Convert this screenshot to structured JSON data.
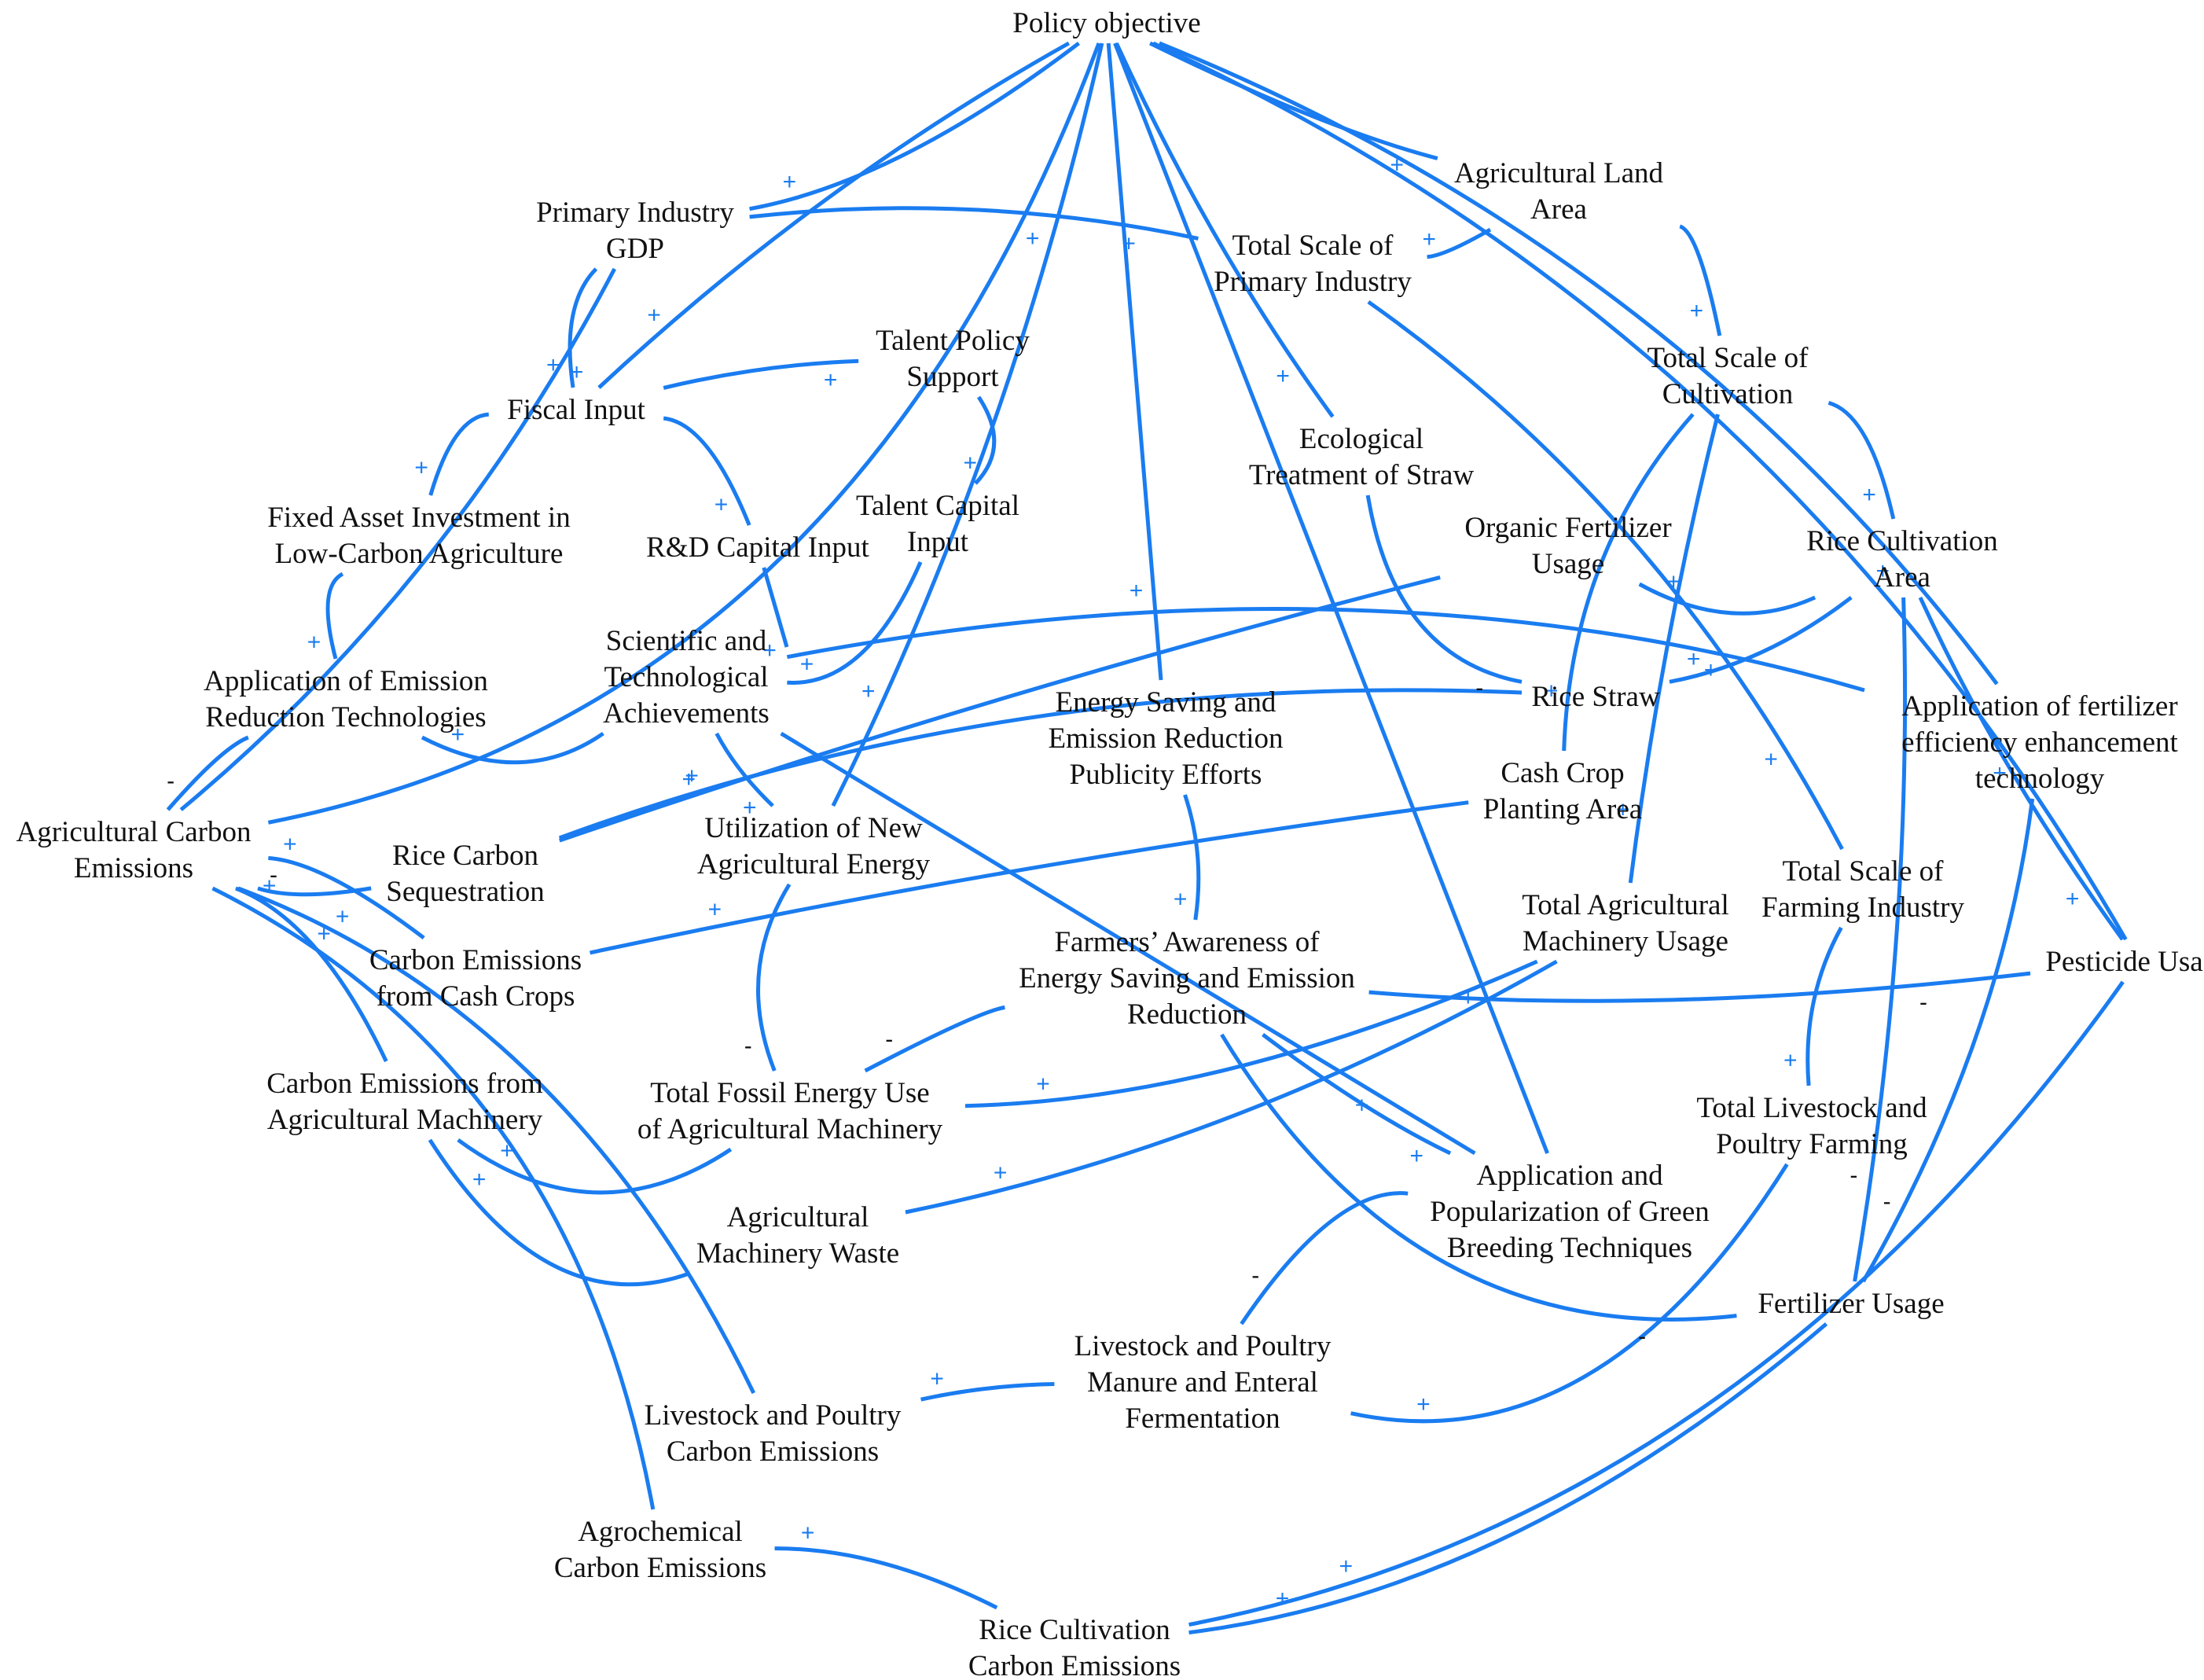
{
  "diagram": {
    "type": "causal-loop",
    "colors": {
      "link": "#1a7cf0",
      "text": "#111111",
      "background": "#ffffff"
    },
    "nodes": [
      {
        "id": "policy",
        "lines": [
          "Policy objective"
        ]
      },
      {
        "id": "primary_gdp",
        "lines": [
          "Primary Industry",
          "GDP"
        ]
      },
      {
        "id": "ag_land",
        "lines": [
          "Agricultural Land",
          "Area"
        ]
      },
      {
        "id": "total_scale_primary",
        "lines": [
          "Total Scale of",
          "Primary Industry"
        ]
      },
      {
        "id": "total_scale_cult",
        "lines": [
          "Total Scale of",
          "Cultivation"
        ]
      },
      {
        "id": "fiscal",
        "lines": [
          "Fiscal Input"
        ]
      },
      {
        "id": "talent_policy",
        "lines": [
          "Talent Policy",
          "Support"
        ]
      },
      {
        "id": "eco_straw",
        "lines": [
          "Ecological",
          "Treatment of Straw"
        ]
      },
      {
        "id": "fixed_asset",
        "lines": [
          "Fixed Asset Investment in",
          "Low-Carbon Agriculture"
        ]
      },
      {
        "id": "rd",
        "lines": [
          "R&D Capital Input"
        ]
      },
      {
        "id": "talent_capital",
        "lines": [
          "Talent Capital",
          "Input"
        ]
      },
      {
        "id": "organic_fert",
        "lines": [
          "Organic Fertilizer",
          "Usage"
        ]
      },
      {
        "id": "rice_area",
        "lines": [
          "Rice Cultivation",
          "Area"
        ]
      },
      {
        "id": "sci_tech",
        "lines": [
          "Scientific and",
          "Technological",
          "Achievements"
        ]
      },
      {
        "id": "app_emission",
        "lines": [
          "Application of Emission",
          "Reduction Technologies"
        ]
      },
      {
        "id": "energy_publicity",
        "lines": [
          "Energy Saving and",
          "Emission Reduction",
          "Publicity Efforts"
        ]
      },
      {
        "id": "rice_straw",
        "lines": [
          "Rice Straw"
        ]
      },
      {
        "id": "fert_eff",
        "lines": [
          "Application of fertilizer",
          "efficiency enhancement",
          "technology"
        ]
      },
      {
        "id": "ag_carbon",
        "lines": [
          "Agricultural Carbon",
          "Emissions"
        ]
      },
      {
        "id": "cash_crop_area",
        "lines": [
          "Cash Crop",
          "Planting Area"
        ]
      },
      {
        "id": "new_energy",
        "lines": [
          "Utilization of New",
          "Agricultural Energy"
        ]
      },
      {
        "id": "rice_seq",
        "lines": [
          "Rice Carbon",
          "Sequestration"
        ]
      },
      {
        "id": "total_farming",
        "lines": [
          "Total Scale of",
          "Farming Industry"
        ]
      },
      {
        "id": "total_machinery",
        "lines": [
          "Total Agricultural",
          "Machinery Usage"
        ]
      },
      {
        "id": "farmers_aware",
        "lines": [
          "Farmers’ Awareness of",
          "Energy Saving and Emission",
          "Reduction"
        ]
      },
      {
        "id": "pesticide",
        "lines": [
          "Pesticide Usage"
        ]
      },
      {
        "id": "cash_carbon",
        "lines": [
          "Carbon Emissions",
          "from Cash Crops"
        ]
      },
      {
        "id": "machinery_carbon",
        "lines": [
          "Carbon Emissions from",
          "Agricultural Machinery"
        ]
      },
      {
        "id": "fossil",
        "lines": [
          "Total Fossil Energy Use",
          "of Agricultural Machinery"
        ]
      },
      {
        "id": "livestock_total",
        "lines": [
          "Total Livestock and",
          "Poultry Farming"
        ]
      },
      {
        "id": "green_breeding",
        "lines": [
          "Application and",
          "Popularization of Green",
          "Breeding Techniques"
        ]
      },
      {
        "id": "machinery_waste",
        "lines": [
          "Agricultural",
          "Machinery Waste"
        ]
      },
      {
        "id": "fertilizer",
        "lines": [
          "Fertilizer Usage"
        ]
      },
      {
        "id": "manure",
        "lines": [
          "Livestock and Poultry",
          "Manure and Enteral",
          "Fermentation"
        ]
      },
      {
        "id": "livestock_carbon",
        "lines": [
          "Livestock and Poultry",
          "Carbon Emissions"
        ]
      },
      {
        "id": "agrochem",
        "lines": [
          "Agrochemical",
          "Carbon Emissions"
        ]
      },
      {
        "id": "rice_carbon",
        "lines": [
          "Rice Cultivation",
          "Carbon Emissions"
        ]
      }
    ],
    "links": [
      {
        "from": "policy",
        "to": "primary_gdp",
        "polarity": "+"
      },
      {
        "from": "policy",
        "to": "ag_land",
        "polarity": "+"
      },
      {
        "from": "policy",
        "to": "fiscal",
        "polarity": "+"
      },
      {
        "from": "policy",
        "to": "eco_straw",
        "polarity": "+"
      },
      {
        "from": "policy",
        "to": "energy_publicity",
        "polarity": "+"
      },
      {
        "from": "policy",
        "to": "new_energy",
        "polarity": "+"
      },
      {
        "from": "policy",
        "to": "green_breeding",
        "polarity": "+"
      },
      {
        "from": "policy",
        "to": "fert_eff",
        "polarity": "+"
      },
      {
        "from": "policy",
        "to": "pesticide",
        "polarity": "+"
      },
      {
        "from": "ag_carbon",
        "to": "policy",
        "polarity": "+"
      },
      {
        "from": "ag_carbon",
        "to": "primary_gdp",
        "polarity": "+"
      },
      {
        "from": "primary_gdp",
        "to": "fiscal",
        "polarity": "+"
      },
      {
        "from": "primary_gdp",
        "to": "total_scale_primary",
        "polarity": "+"
      },
      {
        "from": "ag_land",
        "to": "total_scale_primary",
        "polarity": "+"
      },
      {
        "from": "ag_land",
        "to": "total_scale_cult",
        "polarity": "+"
      },
      {
        "from": "total_scale_primary",
        "to": "total_farming",
        "polarity": "+"
      },
      {
        "from": "total_scale_cult",
        "to": "rice_area",
        "polarity": "+"
      },
      {
        "from": "total_scale_cult",
        "to": "cash_crop_area",
        "polarity": "+"
      },
      {
        "from": "total_scale_cult",
        "to": "total_machinery",
        "polarity": "+"
      },
      {
        "from": "fiscal",
        "to": "talent_policy",
        "polarity": "+"
      },
      {
        "from": "fiscal",
        "to": "fixed_asset",
        "polarity": "+"
      },
      {
        "from": "fiscal",
        "to": "rd",
        "polarity": "+"
      },
      {
        "from": "talent_policy",
        "to": "talent_capital",
        "polarity": "+"
      },
      {
        "from": "fixed_asset",
        "to": "app_emission",
        "polarity": "+"
      },
      {
        "from": "rd",
        "to": "sci_tech",
        "polarity": "+"
      },
      {
        "from": "talent_capital",
        "to": "sci_tech",
        "polarity": "+"
      },
      {
        "from": "sci_tech",
        "to": "app_emission",
        "polarity": "+"
      },
      {
        "from": "sci_tech",
        "to": "new_energy",
        "polarity": "+"
      },
      {
        "from": "sci_tech",
        "to": "fert_eff",
        "polarity": "+"
      },
      {
        "from": "sci_tech",
        "to": "green_breeding",
        "polarity": "+"
      },
      {
        "from": "app_emission",
        "to": "ag_carbon",
        "polarity": "-"
      },
      {
        "from": "eco_straw",
        "to": "rice_straw",
        "polarity": "-"
      },
      {
        "from": "rice_area",
        "to": "organic_fert",
        "polarity": "+"
      },
      {
        "from": "rice_area",
        "to": "rice_straw",
        "polarity": "+"
      },
      {
        "from": "rice_area",
        "to": "pesticide",
        "polarity": "+"
      },
      {
        "from": "rice_area",
        "to": "fertilizer",
        "polarity": "-"
      },
      {
        "from": "organic_fert",
        "to": "rice_seq",
        "polarity": "+"
      },
      {
        "from": "rice_straw",
        "to": "rice_seq",
        "polarity": "+"
      },
      {
        "from": "rice_seq",
        "to": "ag_carbon",
        "polarity": "-"
      },
      {
        "from": "cash_crop_area",
        "to": "cash_carbon",
        "polarity": "+"
      },
      {
        "from": "cash_carbon",
        "to": "ag_carbon",
        "polarity": "+"
      },
      {
        "from": "energy_publicity",
        "to": "farmers_aware",
        "polarity": "+"
      },
      {
        "from": "new_energy",
        "to": "fossil",
        "polarity": "-"
      },
      {
        "from": "farmers_aware",
        "to": "fossil",
        "polarity": "-"
      },
      {
        "from": "farmers_aware",
        "to": "pesticide",
        "polarity": "-"
      },
      {
        "from": "farmers_aware",
        "to": "green_breeding",
        "polarity": "+"
      },
      {
        "from": "farmers_aware",
        "to": "fertilizer",
        "polarity": "-"
      },
      {
        "from": "total_machinery",
        "to": "fossil",
        "polarity": "+"
      },
      {
        "from": "total_machinery",
        "to": "machinery_waste",
        "polarity": "+"
      },
      {
        "from": "fossil",
        "to": "machinery_carbon",
        "polarity": "+"
      },
      {
        "from": "machinery_waste",
        "to": "machinery_carbon",
        "polarity": "+"
      },
      {
        "from": "machinery_carbon",
        "to": "ag_carbon",
        "polarity": "+"
      },
      {
        "from": "total_farming",
        "to": "livestock_total",
        "polarity": "+"
      },
      {
        "from": "livestock_total",
        "to": "manure",
        "polarity": "+"
      },
      {
        "from": "green_breeding",
        "to": "manure",
        "polarity": "-"
      },
      {
        "from": "manure",
        "to": "livestock_carbon",
        "polarity": "+"
      },
      {
        "from": "livestock_carbon",
        "to": "ag_carbon",
        "polarity": "+"
      },
      {
        "from": "fert_eff",
        "to": "fertilizer",
        "polarity": "-"
      },
      {
        "from": "fertilizer",
        "to": "rice_carbon",
        "polarity": "+"
      },
      {
        "from": "pesticide",
        "to": "rice_carbon",
        "polarity": "+"
      },
      {
        "from": "rice_carbon",
        "to": "agrochem",
        "polarity": "+"
      },
      {
        "from": "agrochem",
        "to": "ag_carbon",
        "polarity": "+"
      }
    ]
  }
}
